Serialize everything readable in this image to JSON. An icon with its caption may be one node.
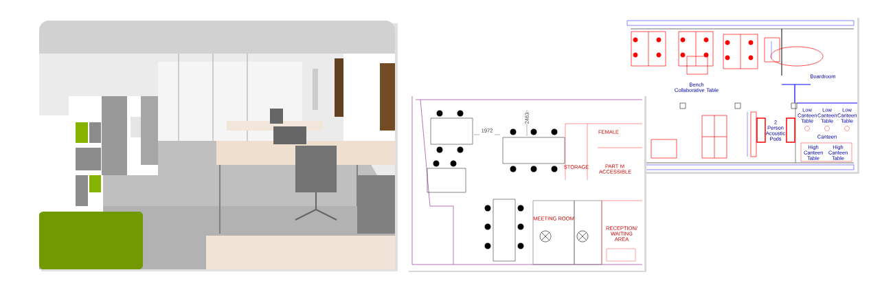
{
  "diagram": {
    "labels": [
      "Bench Collaborative Table",
      "Boardroom",
      "2 Person Acoustic Pods",
      "Low Canteen Table",
      "Low Canteen Table",
      "Low Canteen Table",
      "Canteen",
      "High Canteen Table",
      "High Canteen Table",
      "1972",
      "2463",
      "STORAGE",
      "FEMALE",
      "PART M ACCESSIBLE",
      "MEETING ROOM",
      "RECEPTION/ WAITING AREA"
    ]
  }
}
